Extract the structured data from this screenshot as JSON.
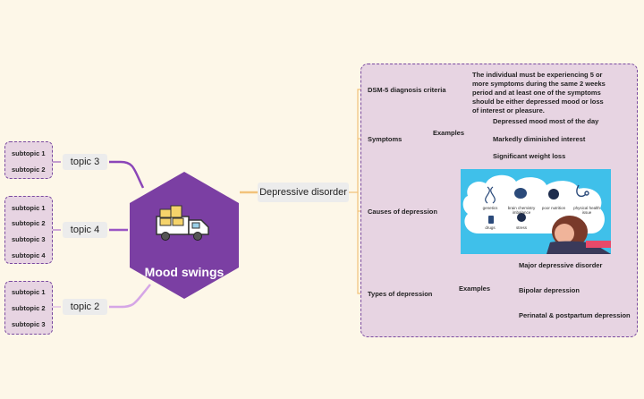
{
  "central": {
    "title": "Mood swings",
    "icon": "truck-icon"
  },
  "topics_left": [
    {
      "label": "topic 3",
      "subtopics": [
        "subtopic 1",
        "subtopic 2"
      ]
    },
    {
      "label": "topic 4",
      "subtopics": [
        "subtopic 1",
        "subtopic 2",
        "subtopic 3",
        "subtopic 4"
      ]
    },
    {
      "label": "topic 2",
      "subtopics": [
        "subtopic 1",
        "subtopic 2",
        "subtopic 3"
      ]
    }
  ],
  "right_topic": {
    "label": "Depressive disorder",
    "branches": {
      "dsm": {
        "label": "DSM-5 diagnosis criteria",
        "text": "The individual must be experiencing 5 or more symptoms during the same 2 weeks period and at least one of the symptoms should be either depressed mood or loss of interest or pleasure."
      },
      "symptoms": {
        "label": "Symptoms",
        "examples_label": "Examples",
        "items": [
          "Depressed mood most of the day",
          "Markedly diminished interest",
          "Significant weight loss"
        ]
      },
      "causes": {
        "label": "Causes of depression",
        "image_labels": [
          "genetics",
          "brain chemistry imbalance",
          "poor nutrition",
          "physical health issue",
          "drugs",
          "stress"
        ]
      },
      "types": {
        "label": "Types of depression",
        "examples_label": "Examples",
        "items": [
          "Major depressive disorder",
          "Bipolar depression",
          "Perinatal & postpartum depression"
        ]
      }
    }
  },
  "colors": {
    "hexagon": "#7b3fa3",
    "topic3_line": "#8b46b8",
    "topic4_line": "#9a55c4",
    "topic2_line": "#d5a6e6",
    "right_line": "#f2c27a",
    "background": "#fdf7e8"
  }
}
